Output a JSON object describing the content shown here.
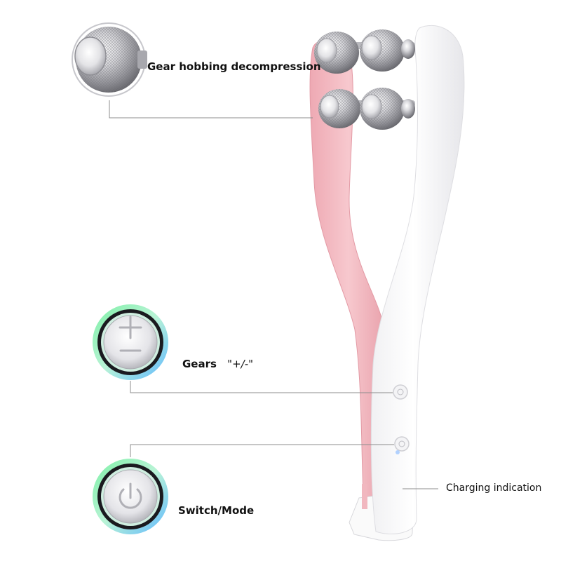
{
  "annotations": {
    "roller": {
      "label": "Gear hobbing decompression",
      "icon": "roller-ball-icon"
    },
    "gears": {
      "label": "Gears",
      "symbol": "\"+/-\"",
      "icon": "plus-minus-button-icon"
    },
    "switch": {
      "label": "Switch/Mode",
      "icon": "power-button-icon"
    },
    "charging": {
      "label": "Charging indication"
    }
  },
  "colors": {
    "pink_arm": "#f6c6cc",
    "pink_arm_dark": "#eaa7b0",
    "white_arm": "#ffffff",
    "leader_line": "#8c8c8c",
    "ring_green": "#6fe0a6",
    "ring_blue": "#5fb8ff"
  }
}
